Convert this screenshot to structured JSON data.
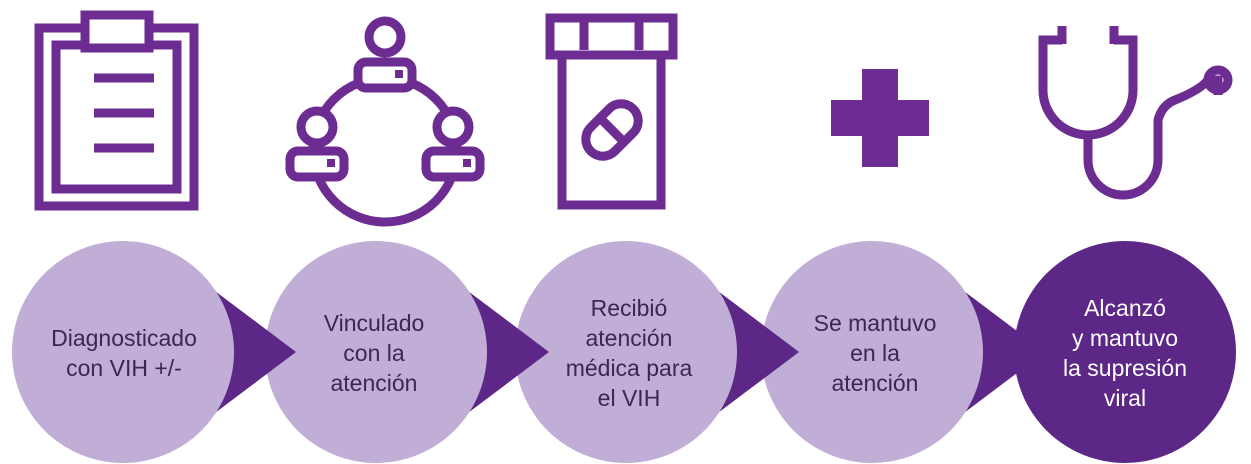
{
  "colors": {
    "primary": "#6c2c91",
    "light": "#c0aed6",
    "dark": "#5c2786"
  },
  "icons": [
    "clipboard-icon",
    "people-circle-icon",
    "pill-bottle-icon",
    "plus-icon",
    "stethoscope-icon"
  ],
  "steps": [
    {
      "label": "Diagnosticado con VIH +/-",
      "lines": [
        "Diagnosticado",
        "con VIH +/-"
      ]
    },
    {
      "label": "Vinculado con la atención",
      "lines": [
        "Vinculado",
        "con la",
        "atención"
      ]
    },
    {
      "label": "Recibió atención médica para el VIH",
      "lines": [
        "Recibió",
        "atención",
        "médica para",
        "el VIH"
      ]
    },
    {
      "label": "Se mantuvo en la atención",
      "lines": [
        "Se mantuvo",
        "en la",
        "atención"
      ]
    },
    {
      "label": "Alcanzó y mantuvo la supresión viral",
      "lines": [
        "Alcanzó",
        "y mantuvo",
        "la supresión",
        "viral"
      ]
    }
  ]
}
